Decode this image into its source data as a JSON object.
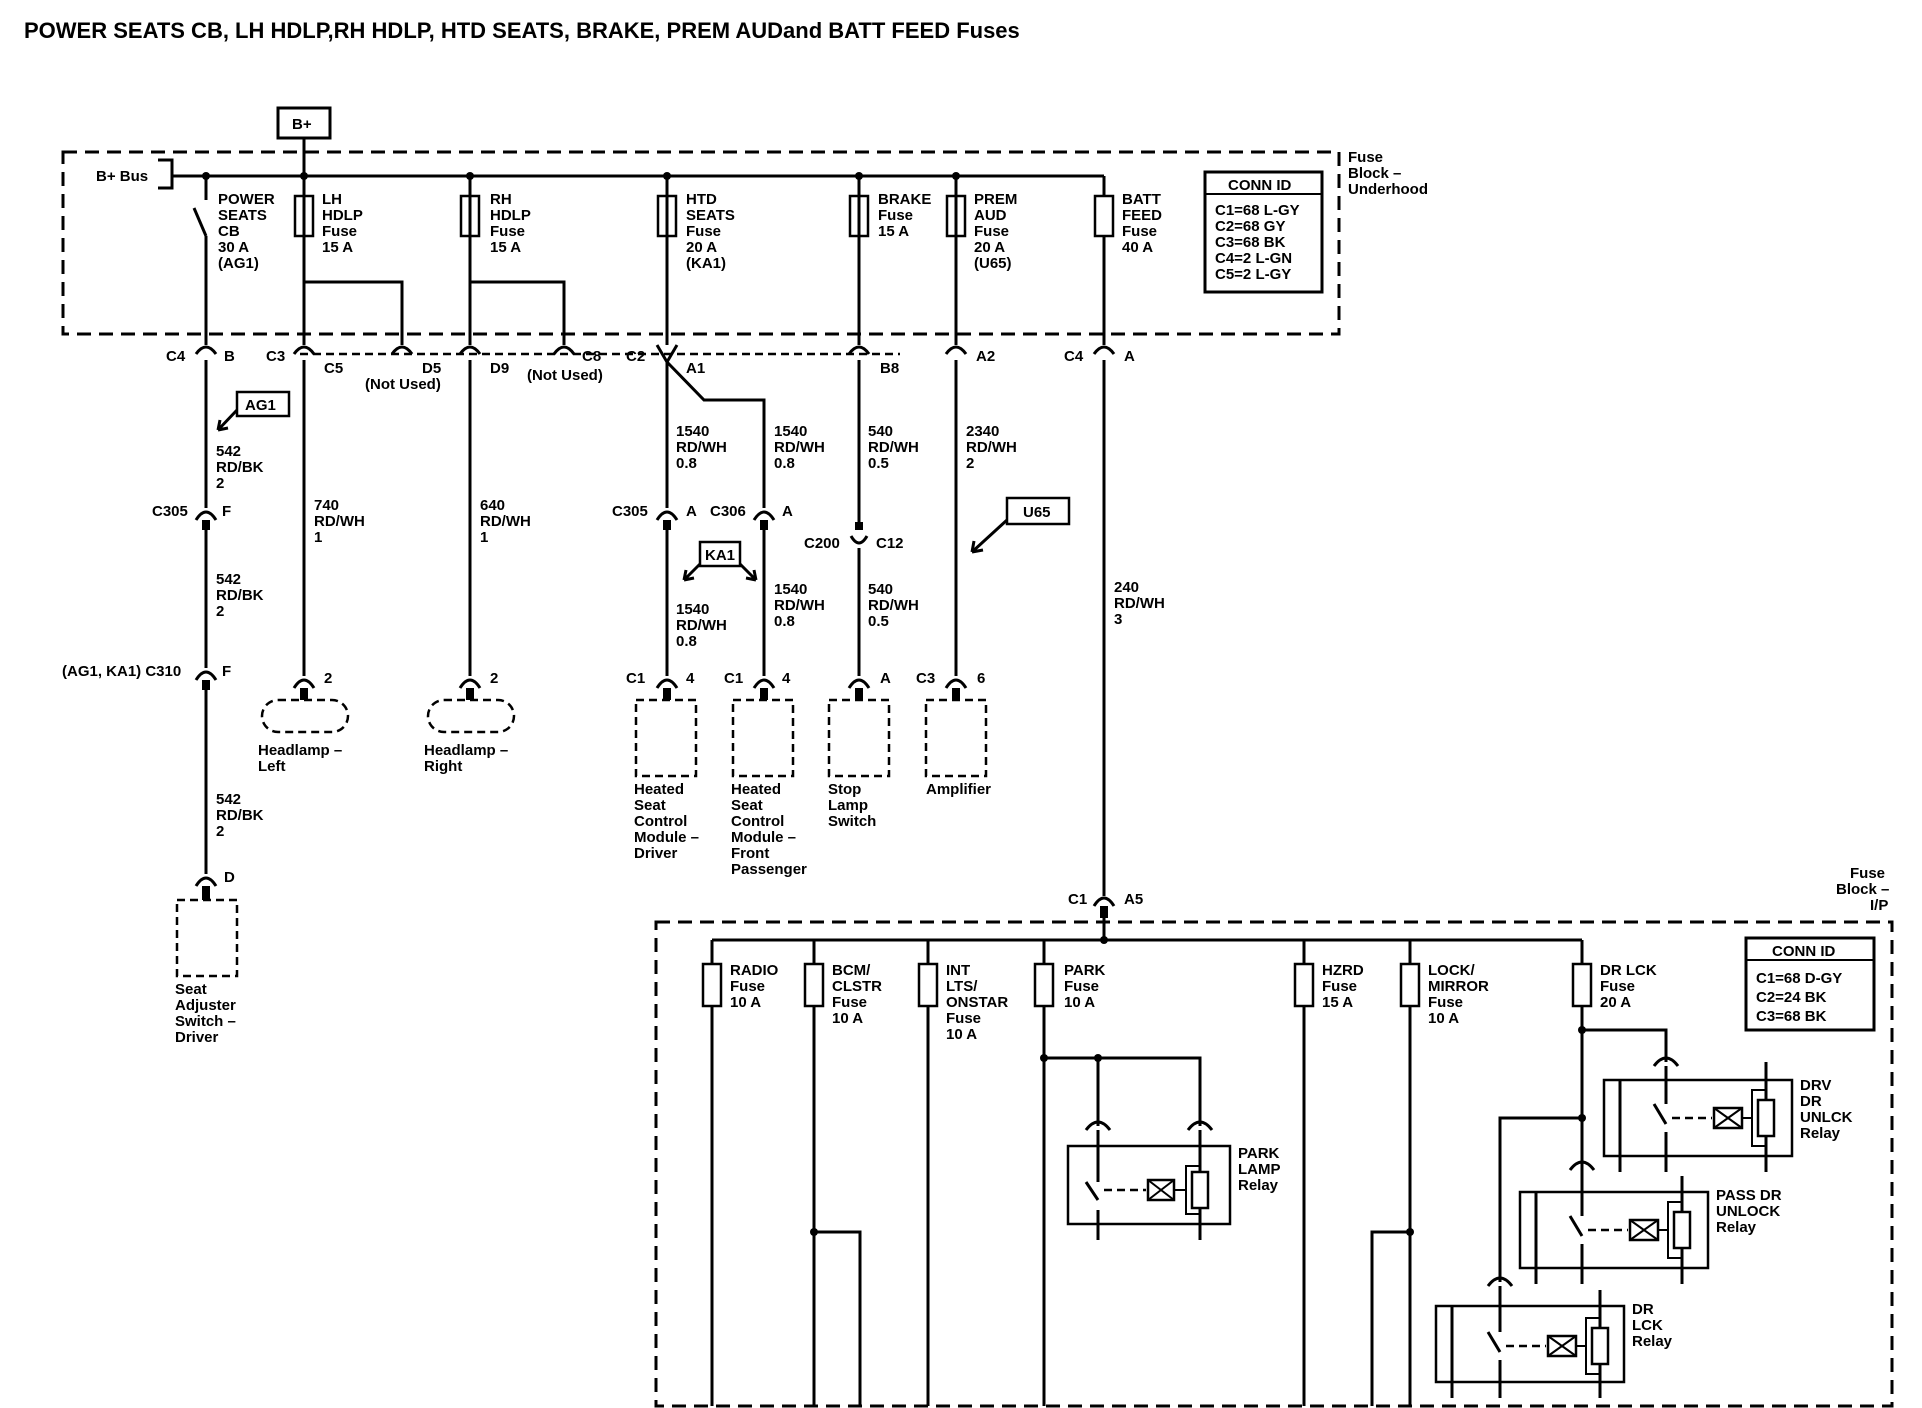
{
  "title": "POWER SEATS CB, LH HDLP,RH HDLP, HTD SEATS, BRAKE, PREM AUDand BATT FEED Fuses",
  "bplus": "B+",
  "bplus_bus": "B+ Bus",
  "underhood_block": [
    "Fuse",
    "Block –",
    "Underhood"
  ],
  "ip_block": [
    "Fuse",
    "Block –",
    "I/P"
  ],
  "conn_id_underhood": {
    "heading": "CONN ID",
    "lines": [
      "C1=68 L-GY",
      "C2=68 GY",
      "C3=68 BK",
      "C4=2 L-GN",
      "C5=2 L-GY"
    ]
  },
  "conn_id_ip": {
    "heading": "CONN ID",
    "lines": [
      "C1=68 D-GY",
      "C2=24 BK",
      "C3=68 BK"
    ]
  },
  "underhood_fuses": [
    [
      "POWER",
      "SEATS",
      "CB",
      "30 A",
      "(AG1)"
    ],
    [
      "LH",
      "HDLP",
      "Fuse",
      "15 A"
    ],
    [
      "RH",
      "HDLP",
      "Fuse",
      "15 A"
    ],
    [
      "HTD",
      "SEATS",
      "Fuse",
      "20 A",
      "(KA1)"
    ],
    [
      "BRAKE",
      "Fuse",
      "15 A"
    ],
    [
      "PREM",
      "AUD",
      "Fuse",
      "20 A",
      "(U65)"
    ],
    [
      "BATT",
      "FEED",
      "Fuse",
      "40 A"
    ]
  ],
  "connectors": {
    "c4_b": "C4",
    "b": "B",
    "c3": "C3",
    "c5": "C5",
    "d5": "D5",
    "not_used_1": "(Not Used)",
    "d9": "D9",
    "c8": "C8",
    "not_used_2": "(Not Used)",
    "c2": "C2",
    "a1": "A1",
    "b8": "B8",
    "a2": "A2",
    "c4_a": "C4",
    "a": "A",
    "c305_f": "C305",
    "f1": "F",
    "c310": "(AG1, KA1) C310",
    "f2": "F",
    "d": "D",
    "c305_a": "C305",
    "a3": "A",
    "c306": "C306",
    "a4": "A",
    "c200": "C200",
    "c12": "C12",
    "hl_left_pin": "2",
    "hl_right_pin": "2",
    "c1_a": "C1",
    "pin4_a": "4",
    "c1_b": "C1",
    "pin4_b": "4",
    "pin_a_stop": "A",
    "c3_amp": "C3",
    "pin6": "6",
    "c1_ip": "C1",
    "a5": "A5"
  },
  "options": {
    "ag1": "AG1",
    "ka1": "KA1",
    "u65": "U65"
  },
  "wires": {
    "w542_1": [
      "542",
      "RD/BK",
      "2"
    ],
    "w542_2": [
      "542",
      "RD/BK",
      "2"
    ],
    "w542_3": [
      "542",
      "RD/BK",
      "2"
    ],
    "w740": [
      "740",
      "RD/WH",
      "1"
    ],
    "w640": [
      "640",
      "RD/WH",
      "1"
    ],
    "w1540_a": [
      "1540",
      "RD/WH",
      "0.8"
    ],
    "w1540_b": [
      "1540",
      "RD/WH",
      "0.8"
    ],
    "w1540_c": [
      "1540",
      "RD/WH",
      "0.8"
    ],
    "w1540_d": [
      "1540",
      "RD/WH",
      "0.8"
    ],
    "w540_a": [
      "540",
      "RD/WH",
      "0.5"
    ],
    "w540_b": [
      "540",
      "RD/WH",
      "0.5"
    ],
    "w2340": [
      "2340",
      "RD/WH",
      "2"
    ],
    "w240": [
      "240",
      "RD/WH",
      "3"
    ]
  },
  "components": {
    "headlamp_left": [
      "Headlamp –",
      "Left"
    ],
    "headlamp_right": [
      "Headlamp –",
      "Right"
    ],
    "heated_driver": [
      "Heated",
      "Seat",
      "Control",
      "Module –",
      "Driver"
    ],
    "heated_pass": [
      "Heated",
      "Seat",
      "Control",
      "Module –",
      "Front",
      "Passenger"
    ],
    "stop_lamp": [
      "Stop",
      "Lamp",
      "Switch"
    ],
    "amplifier": [
      "Amplifier"
    ],
    "seat_adjuster": [
      "Seat",
      "Adjuster",
      "Switch –",
      "Driver"
    ]
  },
  "ip_fuses": [
    [
      "RADIO",
      "Fuse",
      "10 A"
    ],
    [
      "BCM/",
      "CLSTR",
      "Fuse",
      "10 A"
    ],
    [
      "INT",
      "LTS/",
      "ONSTAR",
      "Fuse",
      "10 A"
    ],
    [
      "PARK",
      "Fuse",
      "10 A"
    ],
    [
      "HZRD",
      "Fuse",
      "15 A"
    ],
    [
      "LOCK/",
      "MIRROR",
      "Fuse",
      "10 A"
    ],
    [
      "DR LCK",
      "Fuse",
      "20 A"
    ]
  ],
  "relays": {
    "park_lamp": [
      "PARK",
      "LAMP",
      "Relay"
    ],
    "drv_unlock": [
      "DRV",
      "DR",
      "UNLCK",
      "Relay"
    ],
    "pass_unlock": [
      "PASS DR",
      "UNLOCK",
      "Relay"
    ],
    "dr_lck": [
      "DR",
      "LCK",
      "Relay"
    ]
  }
}
